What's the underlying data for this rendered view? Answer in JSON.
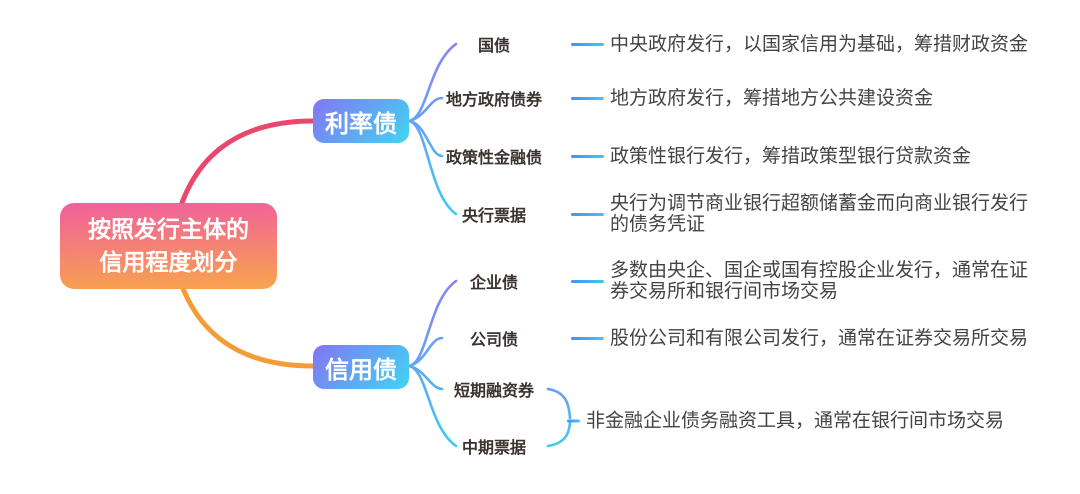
{
  "root": {
    "title_line1": "按照发行主体的",
    "title_line2": "信用程度划分"
  },
  "branches": [
    {
      "label": "利率债",
      "children": [
        {
          "label": "国债",
          "desc": "中央政府发行，以国家信用为基础，筹措财政资金"
        },
        {
          "label": "地方政府债券",
          "desc": "地方政府发行，筹措地方公共建设资金"
        },
        {
          "label": "政策性金融债",
          "desc": "政策性银行发行，筹措政策型银行贷款资金"
        },
        {
          "label": "央行票据",
          "desc": "央行为调节商业银行超额储蓄金而向商业银行发行的债务凭证"
        }
      ]
    },
    {
      "label": "信用债",
      "children": [
        {
          "label": "企业债",
          "desc": "多数由央企、国企或国有控股企业发行，通常在证券交易所和银行间市场交易"
        },
        {
          "label": "公司债",
          "desc": "股份公司和有限公司发行，通常在证券交易所交易"
        },
        {
          "label": "短期融资券"
        },
        {
          "label": "中期票据"
        }
      ],
      "shared_desc": "非金融企业债务融资工具，通常在银行间市场交易"
    }
  ],
  "colors": {
    "root_gradient_top": "#f15f9d",
    "root_gradient_bottom": "#f8a44c",
    "branch_gradient_start": "#8475f3",
    "branch_gradient_end": "#3fd5f2",
    "link_pink": "#e8486e",
    "link_orange": "#f59c3a",
    "link_blue_start": "#8a80f3",
    "link_blue_end": "#3bcdf2",
    "dash_blue_start": "#4b8ef0",
    "dash_blue_end": "#3fc9f1",
    "leaf_label_color": "#3a3330",
    "description_color": "#454343",
    "background": "#ffffff"
  }
}
